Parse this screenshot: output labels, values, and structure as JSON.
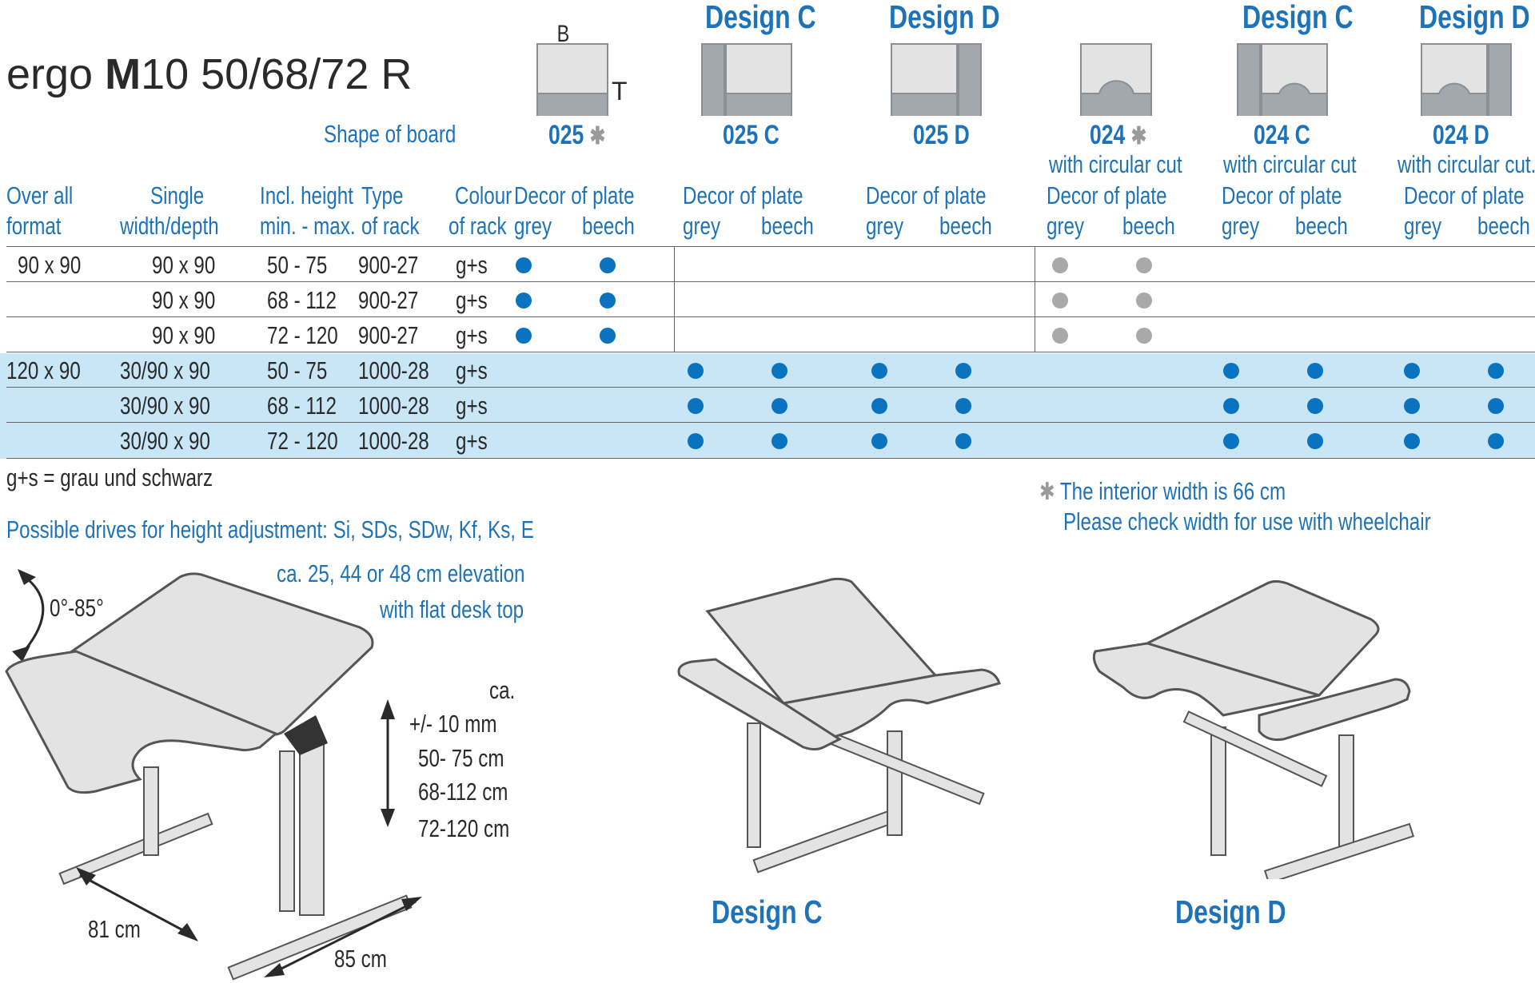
{
  "title": {
    "prefix": "ergo ",
    "model": "M",
    "rest": "10 50/68/72 R"
  },
  "shape_label": "Shape of board",
  "shape_letters": {
    "b": "B",
    "t": "T"
  },
  "designs": [
    {
      "heading": "",
      "code": "025",
      "star": "✱",
      "sub": ""
    },
    {
      "heading": "Design C",
      "code": "025 C",
      "star": "",
      "sub": ""
    },
    {
      "heading": "Design D",
      "code": "025 D",
      "star": "",
      "sub": ""
    },
    {
      "heading": "",
      "code": "024",
      "star": "✱",
      "sub": "with circular cut"
    },
    {
      "heading": "Design C",
      "code": "024 C",
      "star": "",
      "sub": "with circular cut"
    },
    {
      "heading": "Design D",
      "code": "024 D",
      "star": "",
      "sub": "with circular cut."
    }
  ],
  "col_headers": {
    "overall": [
      "Over all",
      "format"
    ],
    "single": [
      "Single",
      "width/depth"
    ],
    "height": [
      "Incl. height",
      "min. - max."
    ],
    "rack": [
      "Type",
      "of rack"
    ],
    "colour": [
      "Colour",
      "of rack"
    ],
    "decor": "Decor of plate",
    "grey": "grey",
    "beech": "beech"
  },
  "rows": [
    {
      "overall": "90 x 90",
      "single": "90 x 90",
      "height": "50 -   75",
      "rack": "900-27",
      "colour": "g+s",
      "dots": [
        "b",
        "b",
        "",
        "",
        "",
        "",
        "g",
        "g",
        "",
        "",
        "",
        ""
      ]
    },
    {
      "overall": "",
      "single": "90 x 90",
      "height": "68 - 112",
      "rack": "900-27",
      "colour": "g+s",
      "dots": [
        "b",
        "b",
        "",
        "",
        "",
        "",
        "g",
        "g",
        "",
        "",
        "",
        ""
      ]
    },
    {
      "overall": "",
      "single": "90 x 90",
      "height": "72 - 120",
      "rack": "900-27",
      "colour": "g+s",
      "dots": [
        "b",
        "b",
        "",
        "",
        "",
        "",
        "g",
        "g",
        "",
        "",
        "",
        ""
      ]
    },
    {
      "overall": "120 x 90",
      "single": "30/90 x 90",
      "height": "50 -   75",
      "rack": "1000-28",
      "colour": "g+s",
      "dots": [
        "",
        "",
        "b",
        "b",
        "b",
        "b",
        "",
        "",
        "b",
        "b",
        "b",
        "b"
      ]
    },
    {
      "overall": "",
      "single": "30/90 x 90",
      "height": "68 - 112",
      "rack": "1000-28",
      "colour": "g+s",
      "dots": [
        "",
        "",
        "b",
        "b",
        "b",
        "b",
        "",
        "",
        "b",
        "b",
        "b",
        "b"
      ]
    },
    {
      "overall": "",
      "single": "30/90 x 90",
      "height": "72 - 120",
      "rack": "1000-28",
      "colour": "g+s",
      "dots": [
        "",
        "",
        "b",
        "b",
        "b",
        "b",
        "",
        "",
        "b",
        "b",
        "b",
        "b"
      ]
    }
  ],
  "legend": "g+s = grau und schwarz",
  "drives": "Possible drives for height adjustment: Si, SDs, SDw, Kf, Ks, E",
  "footnote": {
    "star": "✱",
    "line1": "The interior width is 66 cm",
    "line2": "Please check width for use with wheelchair"
  },
  "figure": {
    "tilt": "0°-85°",
    "elevation1": "ca. 25, 44 or 48 cm elevation",
    "elevation2": "with flat desk top",
    "ca": "ca.",
    "range1": "+/- 10 mm",
    "range2": "50-  75 cm",
    "range3": "68-112 cm",
    "range4": "72-120 cm",
    "depth": "81 cm",
    "width": "85 cm",
    "caption_c": "Design C",
    "caption_d": "Design D"
  },
  "colors": {
    "accent": "#1e72b8",
    "dot": "#0a73c0",
    "dot_grey": "#a9a9a9",
    "highlight": "#c8e6f5",
    "board": "#e3e3e3",
    "board_dark": "#a3a8ae"
  }
}
